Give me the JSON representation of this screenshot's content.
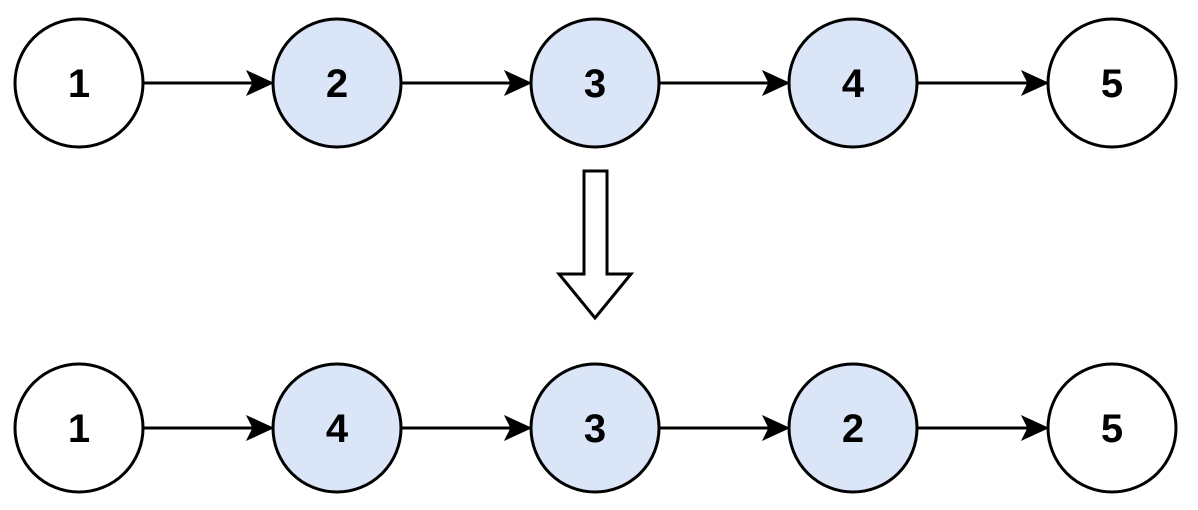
{
  "colors": {
    "plain_node": "#ffffff",
    "highlight_node": "#dae5f7",
    "stroke": "#000000"
  },
  "diagram": {
    "before": {
      "nodes": [
        {
          "label": "1",
          "highlighted": false
        },
        {
          "label": "2",
          "highlighted": true
        },
        {
          "label": "3",
          "highlighted": true
        },
        {
          "label": "4",
          "highlighted": true
        },
        {
          "label": "5",
          "highlighted": false
        }
      ]
    },
    "after": {
      "nodes": [
        {
          "label": "1",
          "highlighted": false
        },
        {
          "label": "4",
          "highlighted": true
        },
        {
          "label": "3",
          "highlighted": true
        },
        {
          "label": "2",
          "highlighted": true
        },
        {
          "label": "5",
          "highlighted": false
        }
      ]
    },
    "transform_arrow": {
      "icon": "hollow-down-arrow-icon"
    }
  }
}
